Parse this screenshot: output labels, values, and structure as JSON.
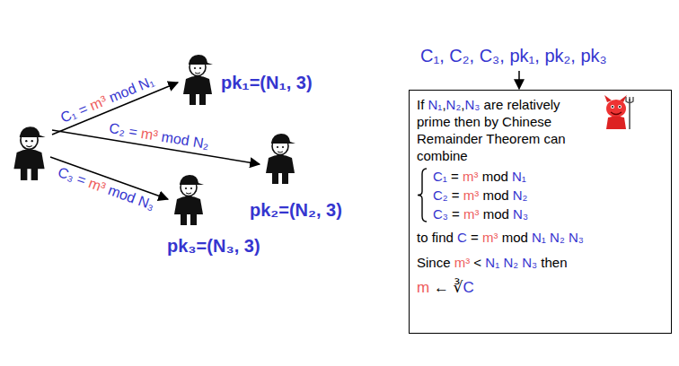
{
  "diagram": {
    "nodes": [
      {
        "text": [
          "If N₁,N₂,N₃ are relatively prime then by Chinese Remainder Theorem can combine",
          "C₁ = m³ mod N₁",
          "C₂ = m³ mod N₂",
          "C₃ = m³ mod N₃",
          "to find C = m³ mod N₁ N₂ N₃",
          "Since m³ < N₁ N₂ N₃ then",
          "m ← ∛C"
        ]
      }
    ],
    "labels": [
      "C₁ = m³ mod N₁",
      "C₂ = m³ mod N₂",
      "C₃ = m³ mod N₃",
      "pk₁=(N₁, 3)",
      "pk₂=(N₂, 3)",
      "pk₃=(N₃, 3)",
      "C₁, C₂, C₃, pk₁, pk₂, pk₃"
    ]
  }
}
